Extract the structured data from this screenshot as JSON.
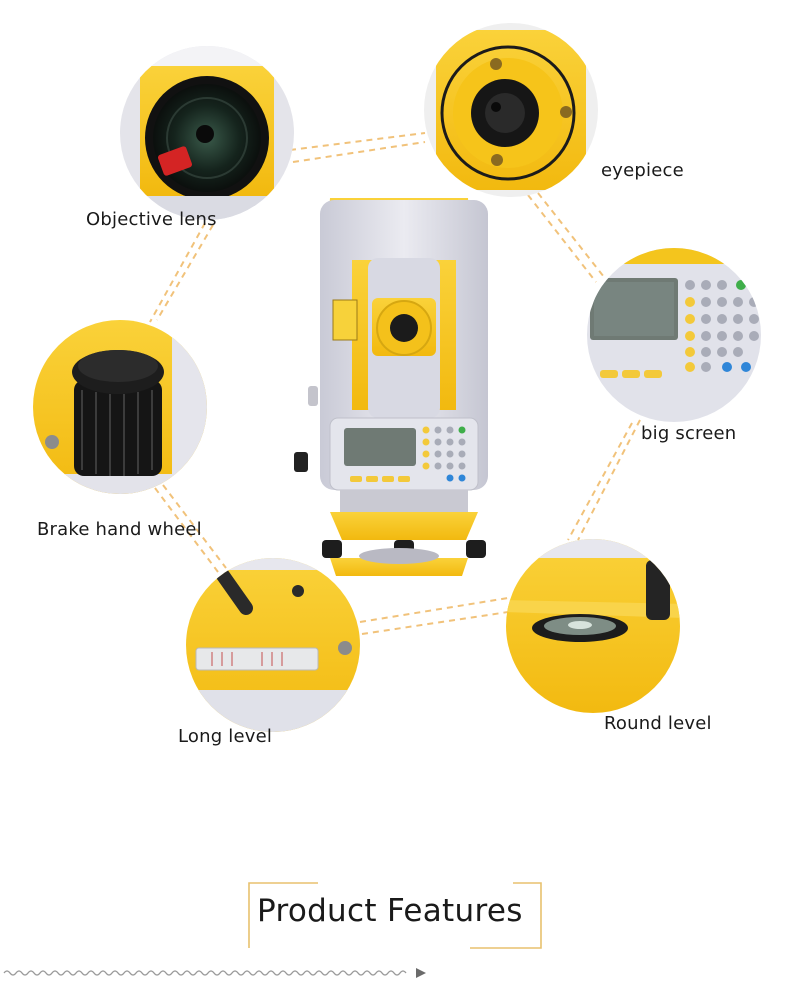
{
  "labels": {
    "objective_lens": "Objective lens",
    "eyepiece": "eyepiece",
    "brake_hand_wheel": "Brake hand wheel",
    "big_screen": "big screen",
    "long_level": "Long level",
    "round_level": "Round level"
  },
  "section_title": "Product Features",
  "colors": {
    "accent_yellow": "#f8c81c",
    "dashed_line": "#f1c27a",
    "instrument_grey": "#dcdde6",
    "screen_grey": "#6f7a74",
    "bracket_gold": "#e8c16e"
  }
}
